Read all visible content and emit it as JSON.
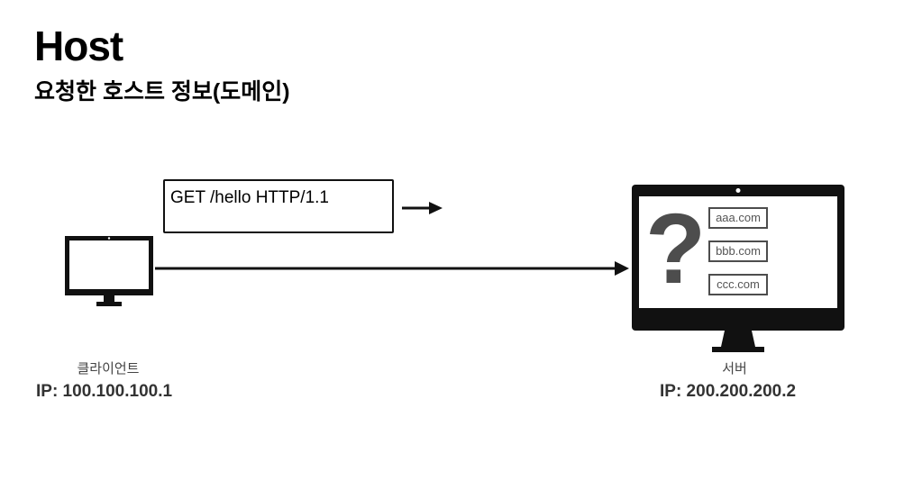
{
  "title": "Host",
  "subtitle": "요청한 호스트 정보(도메인)",
  "request": {
    "text": "GET /hello HTTP/1.1"
  },
  "client": {
    "name": "클라이언트",
    "ip": "IP: 100.100.100.1"
  },
  "server": {
    "name": "서버",
    "ip": "IP: 200.200.200.2",
    "unknown_symbol": "?",
    "domains": [
      "aaa.com",
      "bbb.com",
      "ccc.com"
    ]
  }
}
